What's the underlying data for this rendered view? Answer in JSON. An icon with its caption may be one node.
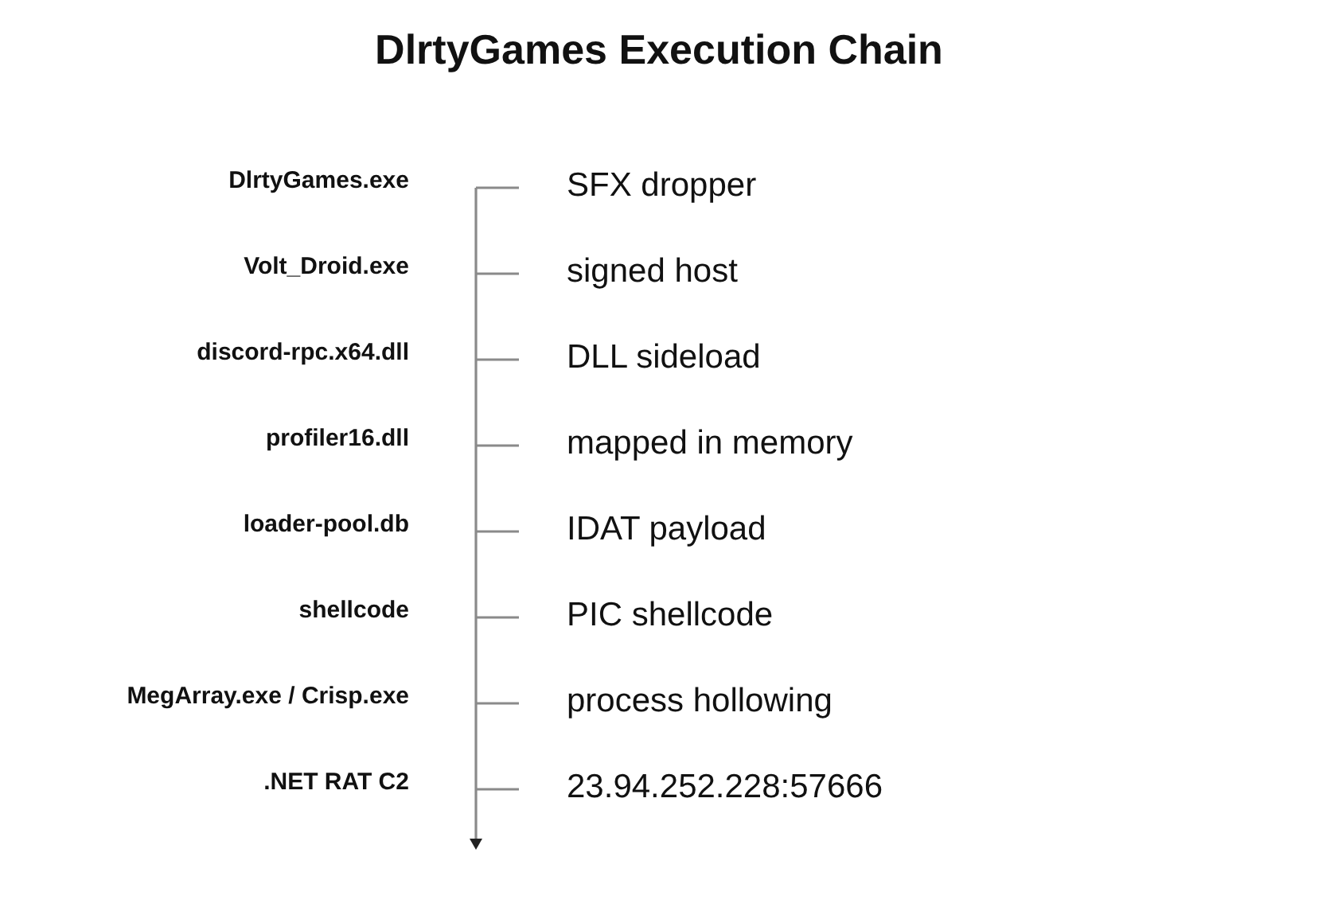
{
  "diagram": {
    "title": "DlrtyGames Execution Chain",
    "labels": [
      "DlrtyGames.exe",
      "SFX dropper",
      "Volt_Droid.exe",
      "signed host",
      "discord-rpc.x64.dll",
      "DLL sideload",
      "profiler16.dll",
      "mapped in memory",
      "loader-pool.db",
      "IDAT payload",
      "shellcode",
      "PIC shellcode",
      "MegArray.exe / Crisp.exe",
      "process hollowing",
      ".NET RAT C2",
      "23.94.252.228:57666"
    ]
  }
}
